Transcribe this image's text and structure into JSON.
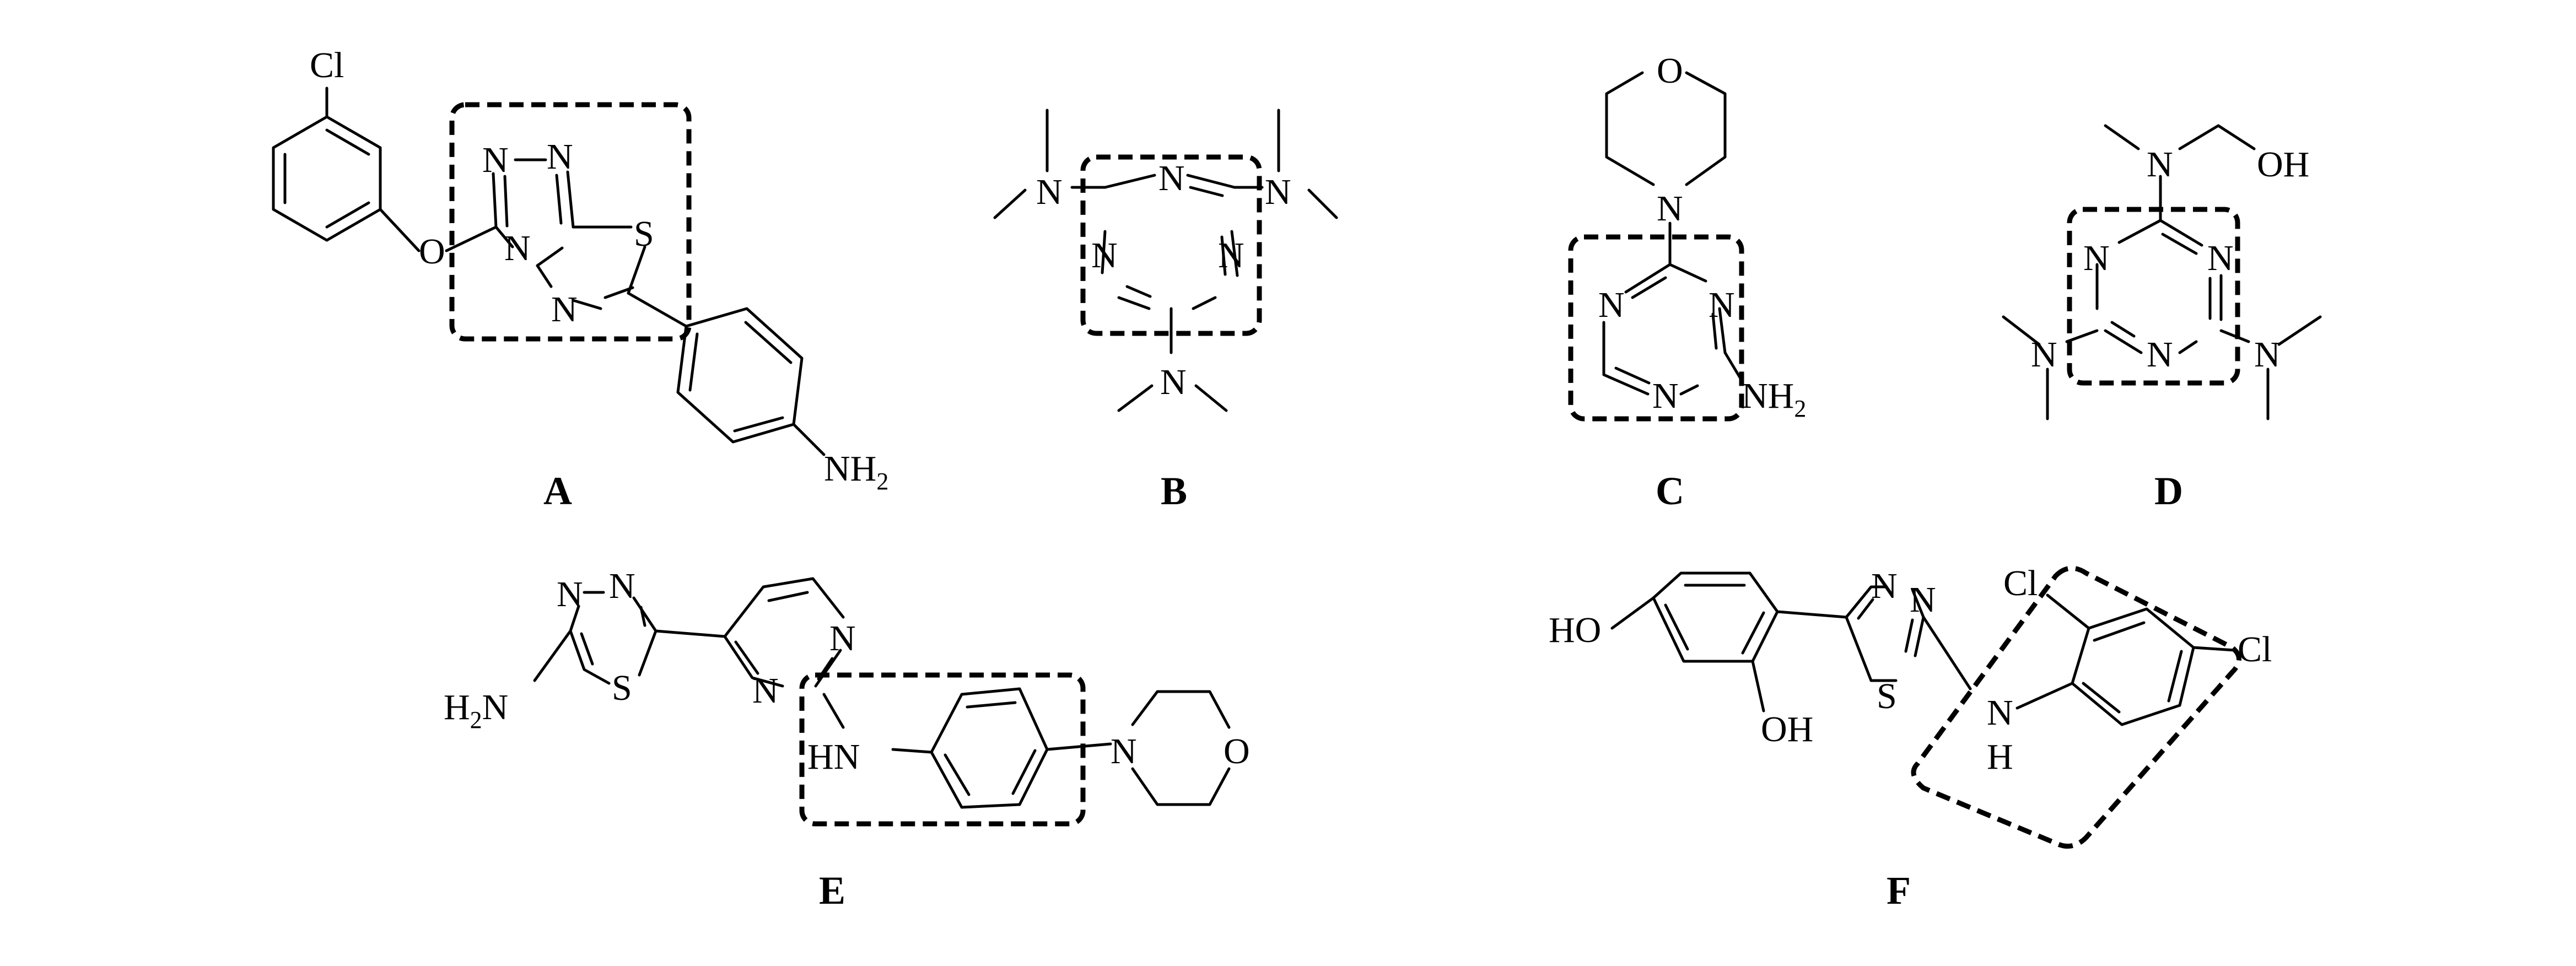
{
  "figure": {
    "compounds": [
      {
        "caption": "A",
        "atoms": {
          "cl": "Cl",
          "o": "O",
          "n1": "N",
          "n2": "N",
          "n3": "N",
          "n4": "N",
          "s": "S",
          "nh": "NH",
          "h2": "2"
        }
      },
      {
        "caption": "B",
        "atoms": {
          "n1": "N",
          "n2": "N",
          "n3": "N",
          "nl": "N",
          "nr": "N",
          "nb": "N"
        }
      },
      {
        "caption": "C",
        "atoms": {
          "o": "O",
          "nm": "N",
          "n1": "N",
          "n2": "N",
          "n3": "N",
          "nh": "NH",
          "h2": "2"
        }
      },
      {
        "caption": "D",
        "atoms": {
          "nt": "N",
          "oh": "OH",
          "n1": "N",
          "n2": "N",
          "n3": "N",
          "nl": "N",
          "nr": "N"
        }
      },
      {
        "caption": "E",
        "atoms": {
          "n1": "N",
          "n2": "N",
          "s": "S",
          "h2n_h": "H",
          "h2n_2": "2",
          "h2n_n": "N",
          "pn1": "N",
          "pn2": "N",
          "hn": "HN",
          "mn": "N",
          "mo": "O"
        }
      },
      {
        "caption": "F",
        "atoms": {
          "ho": "HO",
          "oh": "OH",
          "n1": "N",
          "n2": "N",
          "s": "S",
          "nh_n": "N",
          "nh_h": "H",
          "cl1": "Cl",
          "cl2": "Cl"
        }
      }
    ]
  }
}
